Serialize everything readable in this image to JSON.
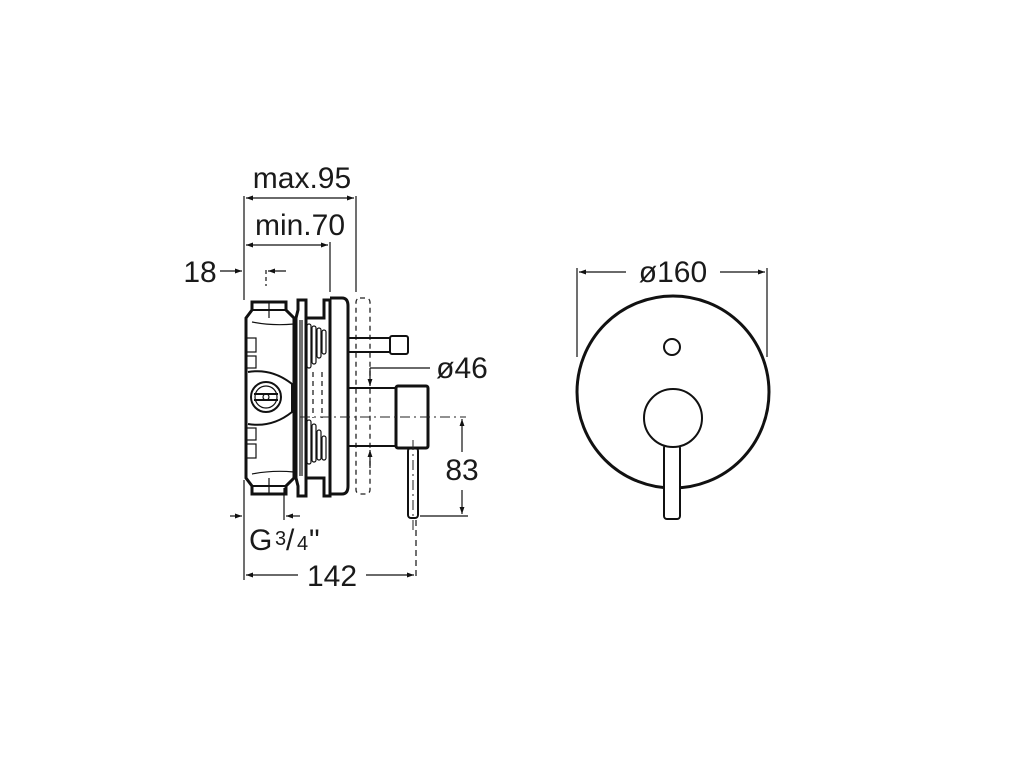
{
  "diagram": {
    "type": "technical-drawing",
    "subject": "Concealed bath/shower mixer with round plate",
    "views": [
      "side-section",
      "front"
    ],
    "dimensions": {
      "max_depth": "max.95",
      "min_depth": "min.70",
      "inlet_offset": "18",
      "handle_diameter": "ø46",
      "lever_length": "83",
      "connection": "G",
      "connection_fraction_num": "3",
      "connection_fraction_den": "4",
      "connection_inch": "\"",
      "total_depth": "142",
      "plate_diameter": "ø160"
    },
    "colors": {
      "line": "#111111",
      "background": "#ffffff"
    }
  }
}
